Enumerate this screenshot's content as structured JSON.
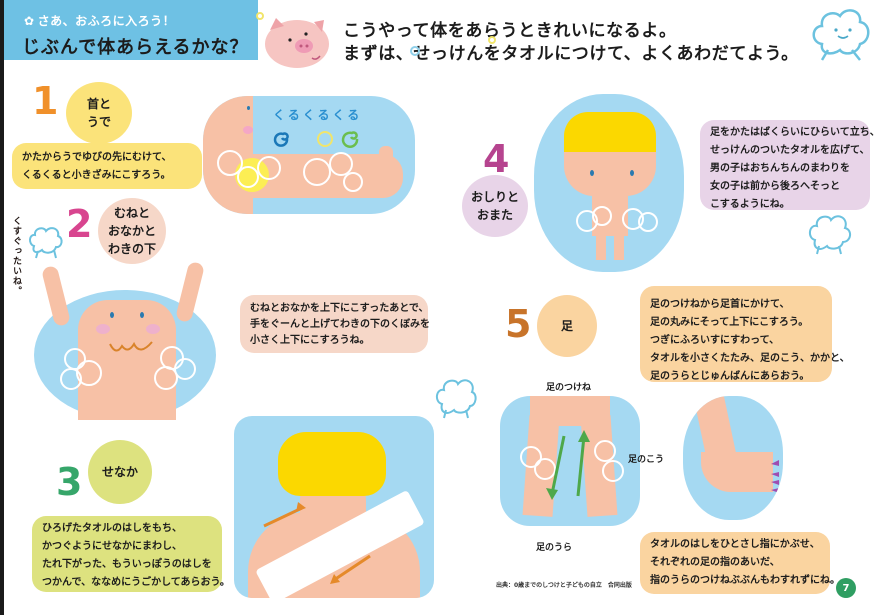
{
  "header": {
    "subtitle": "さあ、おふろに入ろう！",
    "title": "じぶんで体あらえるかな？",
    "intro_lines": [
      "こうやって体をあらうときれいになるよ。",
      "まずは、せっけんをタオルにつけて、よくあわだてよう。"
    ]
  },
  "colors": {
    "banner": "#6ec1e4",
    "step1": "#f0902a",
    "step2": "#d8458f",
    "step3": "#36a66a",
    "step4": "#b6448f",
    "step5": "#c8742a",
    "illustration_bg": "#a5d9f2",
    "skin": "#f7c1a6",
    "hair": "#fbd800",
    "page_badge": "#2f9e62"
  },
  "steps": [
    {
      "number": "1",
      "title_lines": [
        "首と",
        "うで"
      ],
      "text_lines": [
        "かたからうでゆびの先にむけて、",
        "くるくると小きざみにこすろう。"
      ]
    },
    {
      "number": "2",
      "title_lines": [
        "むねと",
        "おなかと",
        "わきの下"
      ],
      "text_lines": [
        "むねとおなかを上下にこすったあとで、",
        "手をぐーんと上げてわきの下のくぼみを",
        "小さく上下にこすろうね。"
      ]
    },
    {
      "number": "3",
      "title_lines": [
        "せなか"
      ],
      "text_lines": [
        "ひろげたタオルのはしをもち、",
        "かつぐようにせなかにまわし、",
        "たれ下がった、もういっぽうのはしを",
        "つかんで、ななめにうごかしてあらおう。"
      ]
    },
    {
      "number": "4",
      "title_lines": [
        "おしりと",
        "おまた"
      ],
      "text_lines": [
        "足をかたはばくらいにひらいて立ち、",
        "せっけんのついたタオルを広げて、",
        "男の子はおちんちんのまわりを",
        "女の子は前から後ろへそっと",
        "こするようにね。"
      ]
    },
    {
      "number": "5",
      "title_lines": [
        "足"
      ],
      "text_lines": [
        "足のつけねから足首にかけて、",
        "足の丸みにそって上下にこすろう。",
        "つぎにふろいすにすわって、",
        "タオルを小さくたたみ、足のこう、かかと、",
        "足のうらとじゅんばんにあらおう。"
      ],
      "text2_lines": [
        "タオルのはしをひとさし指にかぶせ、",
        "それぞれの足の指のあいだ、",
        "指のうらのつけねぶぶんもわすれずにね。"
      ]
    }
  ],
  "illustration_labels": {
    "kusuguttai": "くすぐったいね。",
    "arm_swirl": "くるくるくる",
    "leg_root": "足のつけね",
    "leg_top": "足のこう",
    "leg_sole": "足のうら"
  },
  "footer": {
    "credit": "出典：0歳までのしつけと子どもの自立　合同出版",
    "page_number": "7"
  }
}
